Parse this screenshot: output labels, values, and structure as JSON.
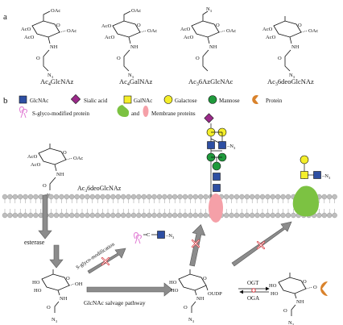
{
  "panel_a": {
    "label": "a",
    "compounds": [
      {
        "name": "Ac4GlcNAz",
        "main": "Ac",
        "sub": "4",
        "rest": "GlcNAz",
        "c6": "OAc",
        "c4a": "AcO",
        "c4b": "AcO",
        "c1": "OAc",
        "nh": "NH",
        "o": "O",
        "n3": "N",
        "n3sub": "3"
      },
      {
        "name": "Ac4GalNAz",
        "main": "Ac",
        "sub": "4",
        "rest": "GalNAz",
        "c6": "OAc",
        "c4a": "AcO",
        "c4b": "AcO",
        "c1": "OAc",
        "nh": "NH",
        "o": "O",
        "n3": "N",
        "n3sub": "3"
      },
      {
        "name": "Ac36AzGlcNAc",
        "main": "Ac",
        "sub": "3",
        "rest": "6AzGlcNAc",
        "c6": "N",
        "c6sub": "3",
        "c4a": "AcO",
        "c4b": "AcO",
        "c1": "OAc",
        "nh": "NH",
        "o": "O"
      },
      {
        "name": "Ac36deoGlcNAz",
        "main": "Ac",
        "sub": "3",
        "rest": "6deoGlcNAz",
        "c4a": "AcO",
        "c4b": "AcO",
        "c1": "OAc",
        "nh": "NH",
        "o": "O",
        "n3": "N",
        "n3sub": "3"
      }
    ]
  },
  "panel_b": {
    "label": "b",
    "legend": [
      {
        "label": "GlcNAc",
        "icon": "blue-square"
      },
      {
        "label": "Sialic acid",
        "icon": "purple-diamond"
      },
      {
        "label": "GalNAc",
        "icon": "yellow-square"
      },
      {
        "label": "Galactose",
        "icon": "yellow-circle"
      },
      {
        "label": "Mannose",
        "icon": "green-circle"
      },
      {
        "label": "Protein",
        "icon": "orange-pacman"
      },
      {
        "label": "S-glyco-modified protein",
        "icon": "pink-ribbon"
      },
      {
        "label": "and",
        "icon": "none"
      },
      {
        "label": "Membrane proteins",
        "icon": "pink-ellipse"
      }
    ],
    "compound_label": {
      "main": "Ac",
      "sub": "3",
      "rest": "6deoGlcNAz"
    },
    "labels": {
      "esterase": "esterase",
      "s_glyco": "S-glyco-modification",
      "salvage": "GlcNAc salvage pathway",
      "ogt": "OGT",
      "oga": "OGA",
      "udp": "OUDP",
      "ho": "HO",
      "oh": "OH",
      "o": "O",
      "nh": "NH",
      "n3": "N",
      "n3sub": "3",
      "c": "C",
      "aco": "AcO",
      "oac": "OAc"
    }
  },
  "colors": {
    "glcnac": "#2e4fa3",
    "sialic": "#9b2a8a",
    "yellow": "#f4ee2a",
    "mannose": "#1f9a3c",
    "protein": "#d9822b",
    "pink": "#f5a0a8",
    "green_protein": "#7cc242",
    "membrane_bead": "#bfbfbf",
    "arrow_grey": "#8c8c8c",
    "red_x": "#d8373e"
  }
}
